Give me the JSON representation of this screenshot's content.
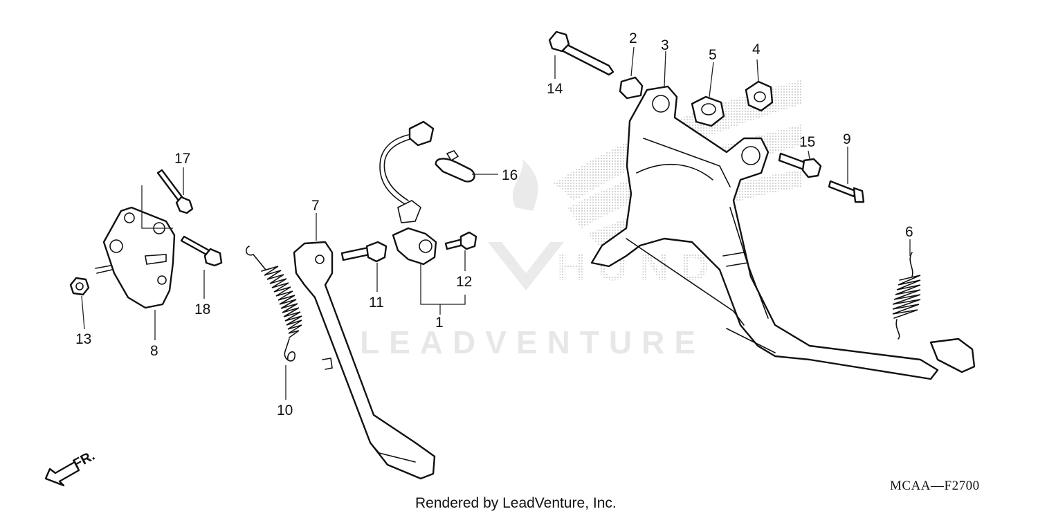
{
  "diagram": {
    "callouts": [
      {
        "label": "1"
      },
      {
        "label": "2"
      },
      {
        "label": "3"
      },
      {
        "label": "4"
      },
      {
        "label": "5"
      },
      {
        "label": "6"
      },
      {
        "label": "7"
      },
      {
        "label": "8"
      },
      {
        "label": "9"
      },
      {
        "label": "10"
      },
      {
        "label": "11"
      },
      {
        "label": "12"
      },
      {
        "label": "13"
      },
      {
        "label": "14"
      },
      {
        "label": "15"
      },
      {
        "label": "16"
      },
      {
        "label": "17"
      },
      {
        "label": "18"
      }
    ],
    "direction_label": "FR.",
    "diagram_code": "MCAA—F2700",
    "footer": "Rendered by LeadVenture, Inc.",
    "watermark_text": "LEADVENTURE",
    "logo_text": "HONDA"
  }
}
